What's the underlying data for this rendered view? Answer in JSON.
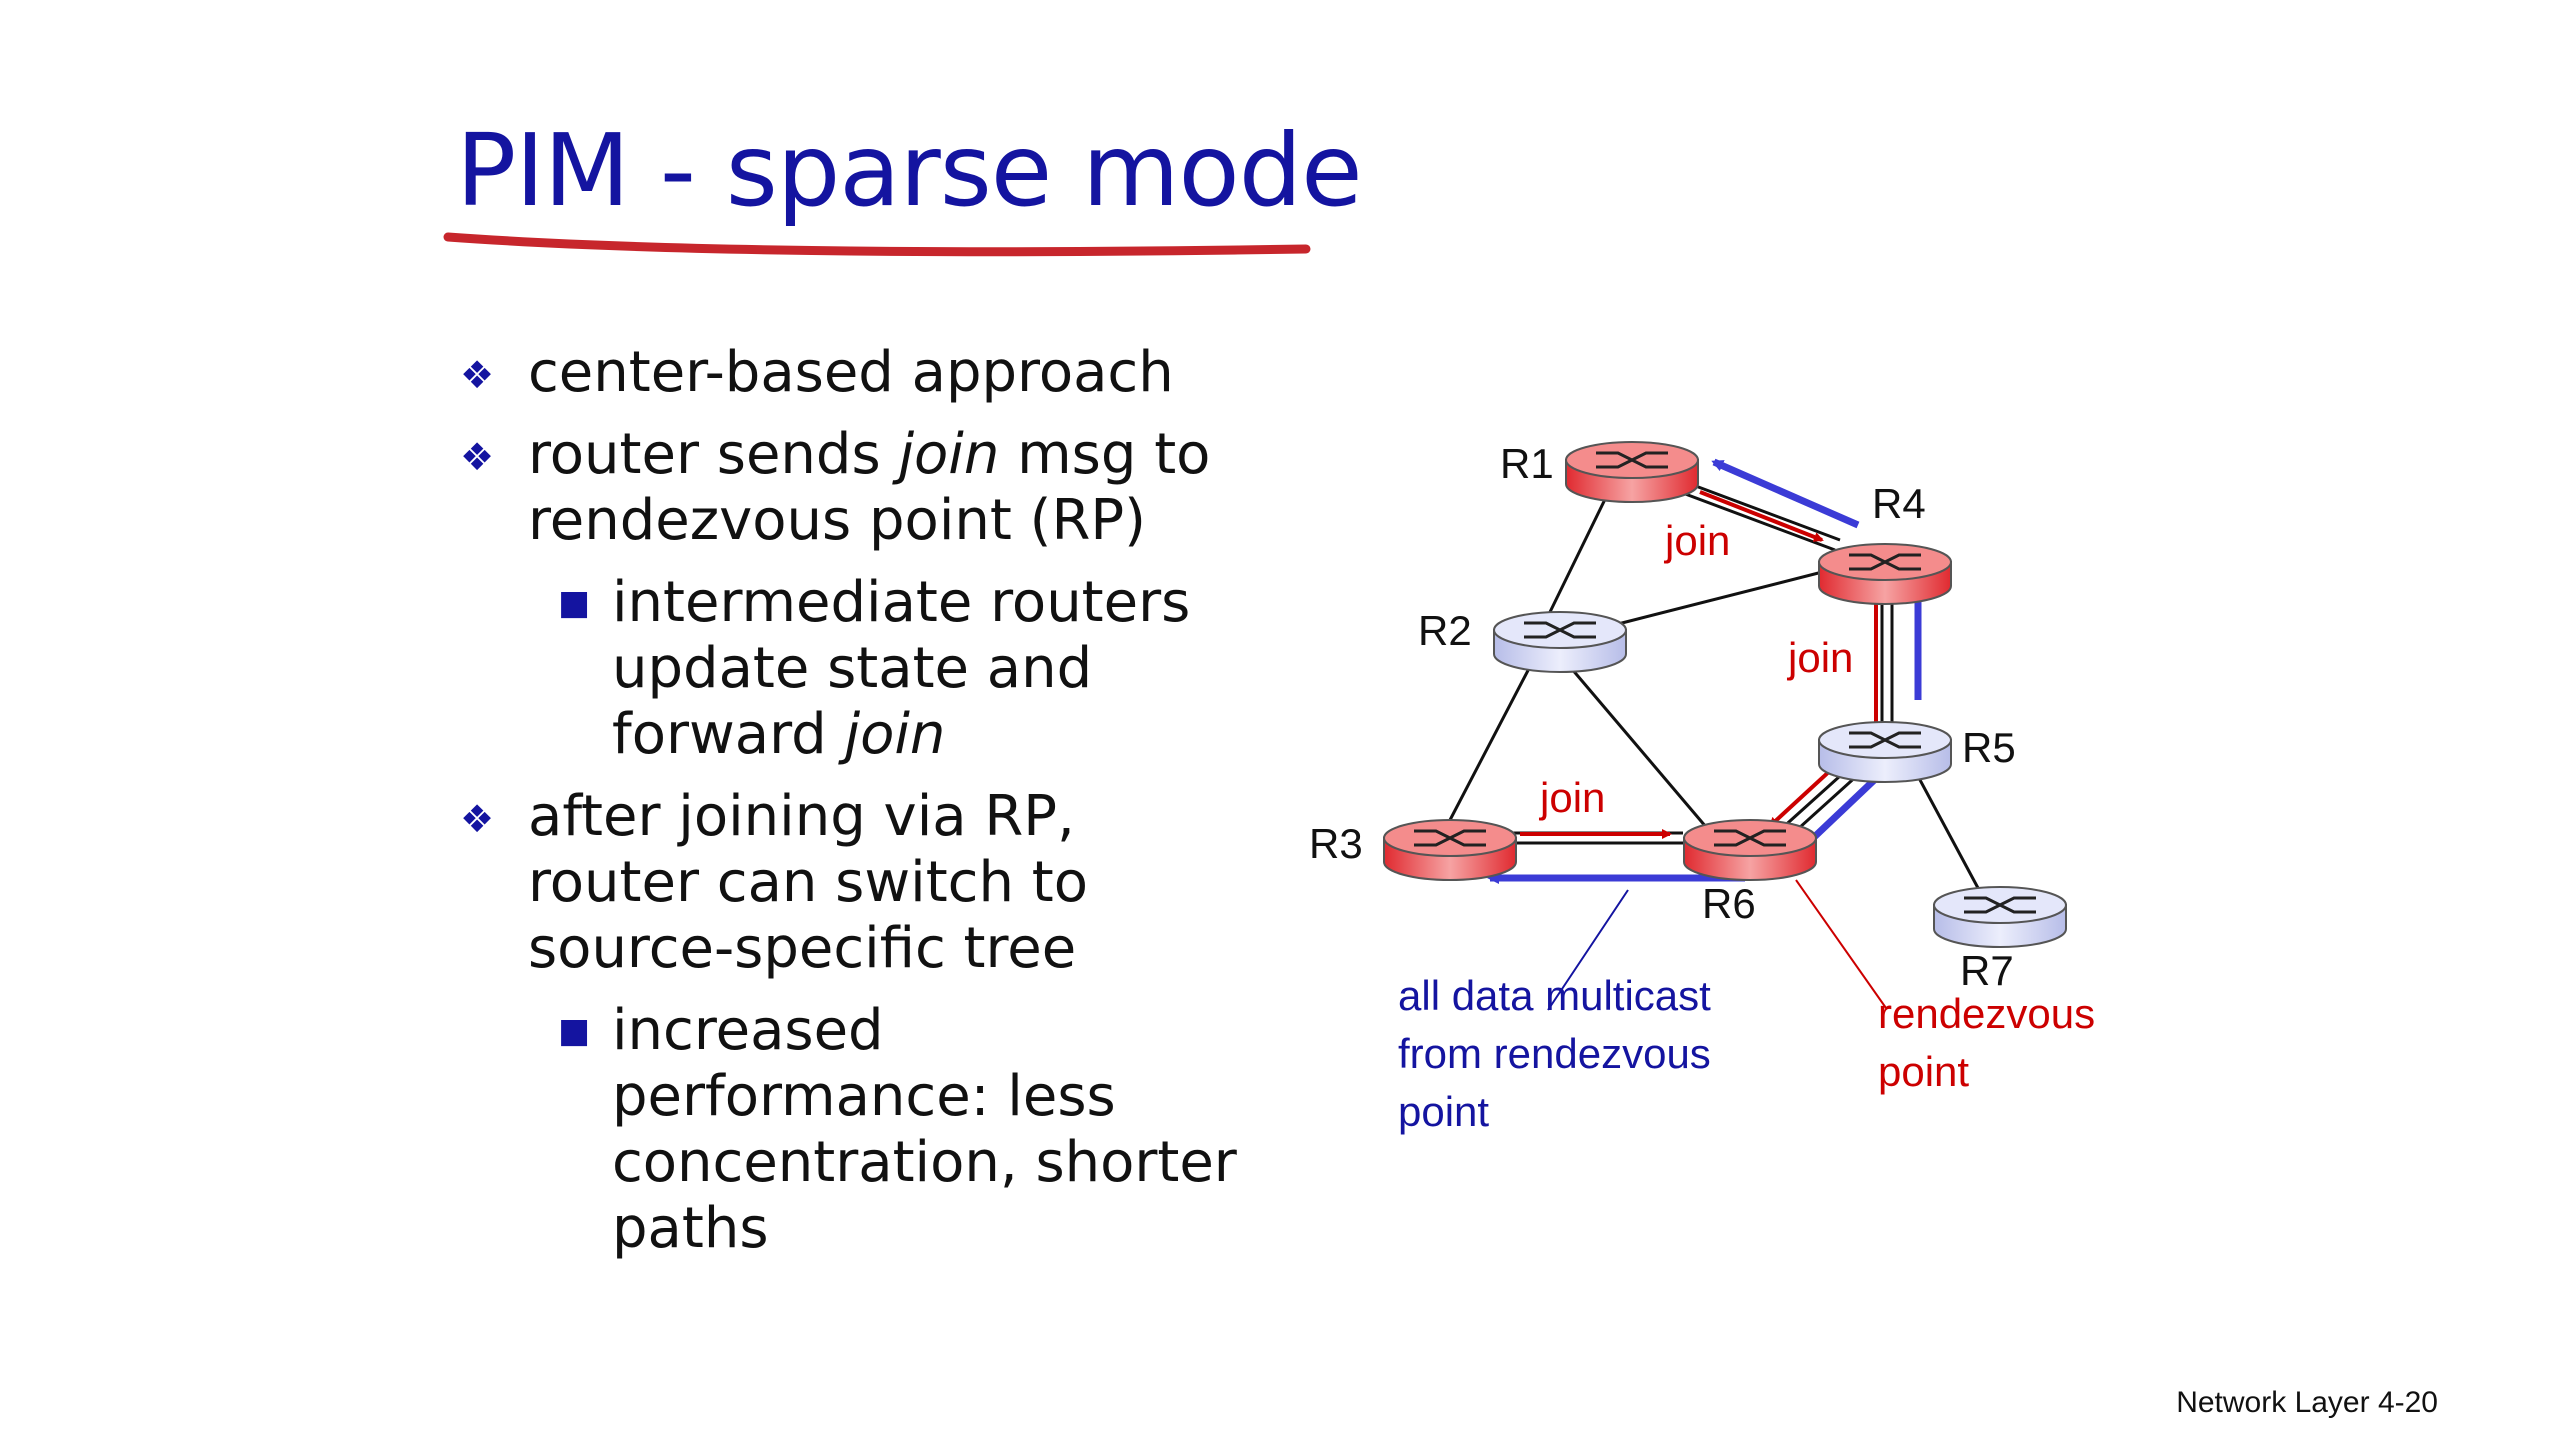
{
  "title": "PIM - sparse mode",
  "bullets": [
    {
      "level": 1,
      "parts": [
        {
          "text": "center-based approach"
        }
      ]
    },
    {
      "level": 1,
      "parts": [
        {
          "text": "router sends "
        },
        {
          "text": "join",
          "italic": true
        },
        {
          "text": " msg to rendezvous point (RP)"
        }
      ]
    },
    {
      "level": 2,
      "parts": [
        {
          "text": "intermediate routers update state and forward "
        },
        {
          "text": "join",
          "italic": true
        }
      ]
    },
    {
      "level": 1,
      "parts": [
        {
          "text": "after joining via RP, router can switch to source-specific tree"
        }
      ]
    },
    {
      "level": 2,
      "parts": [
        {
          "text": "increased performance: less concentration, shorter paths"
        }
      ]
    }
  ],
  "routers": {
    "r1": "R1",
    "r2": "R2",
    "r3": "R3",
    "r4": "R4",
    "r5": "R5",
    "r6": "R6",
    "r7": "R7"
  },
  "join_labels": [
    "join",
    "join",
    "join"
  ],
  "annotations": {
    "multicast": [
      "all data multicast",
      "from rendezvous",
      "point"
    ],
    "rendezvous": [
      "rendezvous",
      "point"
    ]
  },
  "footer": "Network Layer 4-20",
  "colors": {
    "title": "#1414a0",
    "join_red": "#cc0000",
    "multicast_blue": "#1414a0",
    "arrow_blue": "#3b3bd6",
    "router_red": "#e8343a",
    "router_blue": "#c8cdf0"
  }
}
